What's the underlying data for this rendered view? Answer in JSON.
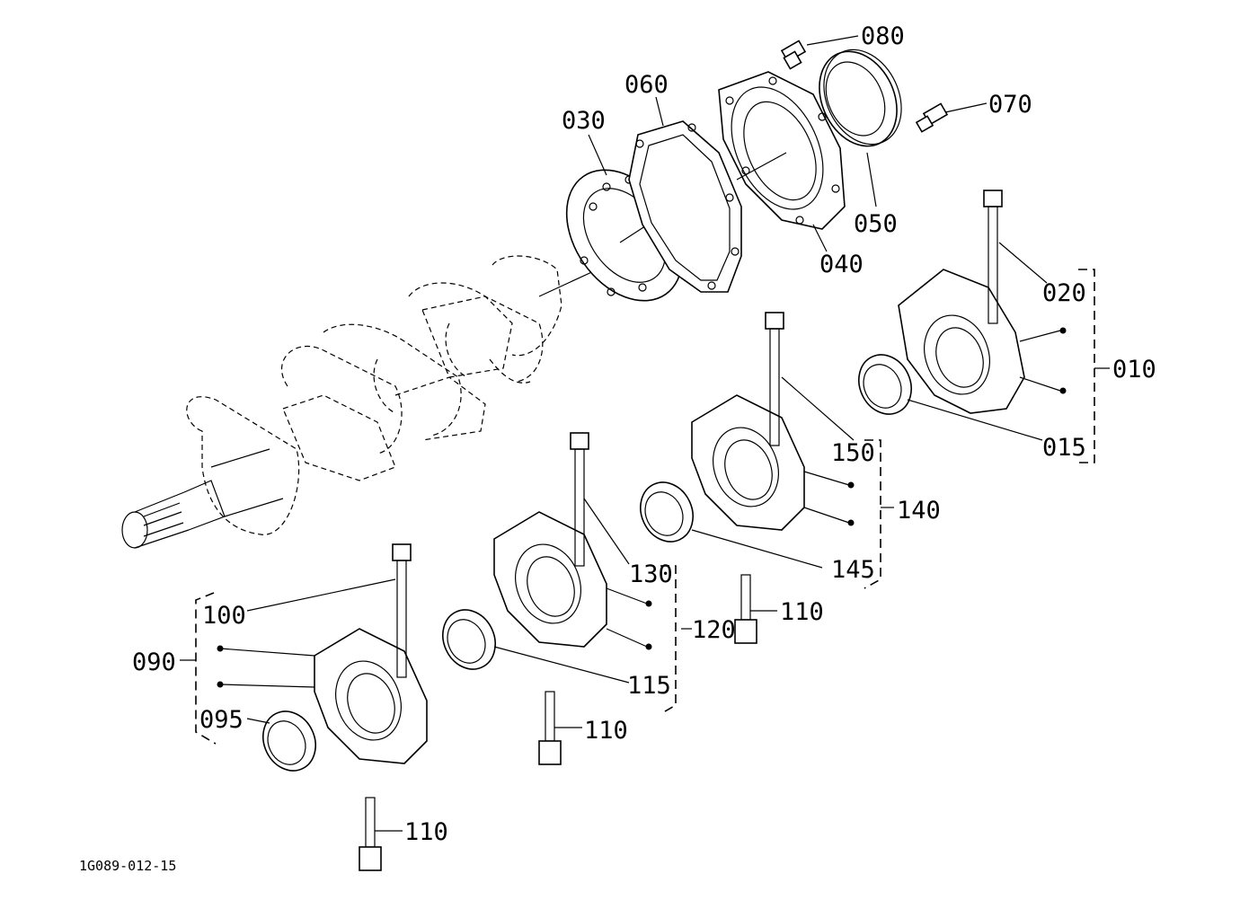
{
  "diagram_code": "1G089-012-15",
  "callouts": {
    "c010": "010",
    "c015": "015",
    "c020": "020",
    "c030": "030",
    "c040": "040",
    "c050": "050",
    "c060": "060",
    "c070": "070",
    "c080": "080",
    "c090": "090",
    "c095": "095",
    "c100": "100",
    "c110a": "110",
    "c110b": "110",
    "c110c": "110",
    "c115": "115",
    "c120": "120",
    "c130": "130",
    "c140": "140",
    "c145": "145",
    "c150": "150"
  }
}
